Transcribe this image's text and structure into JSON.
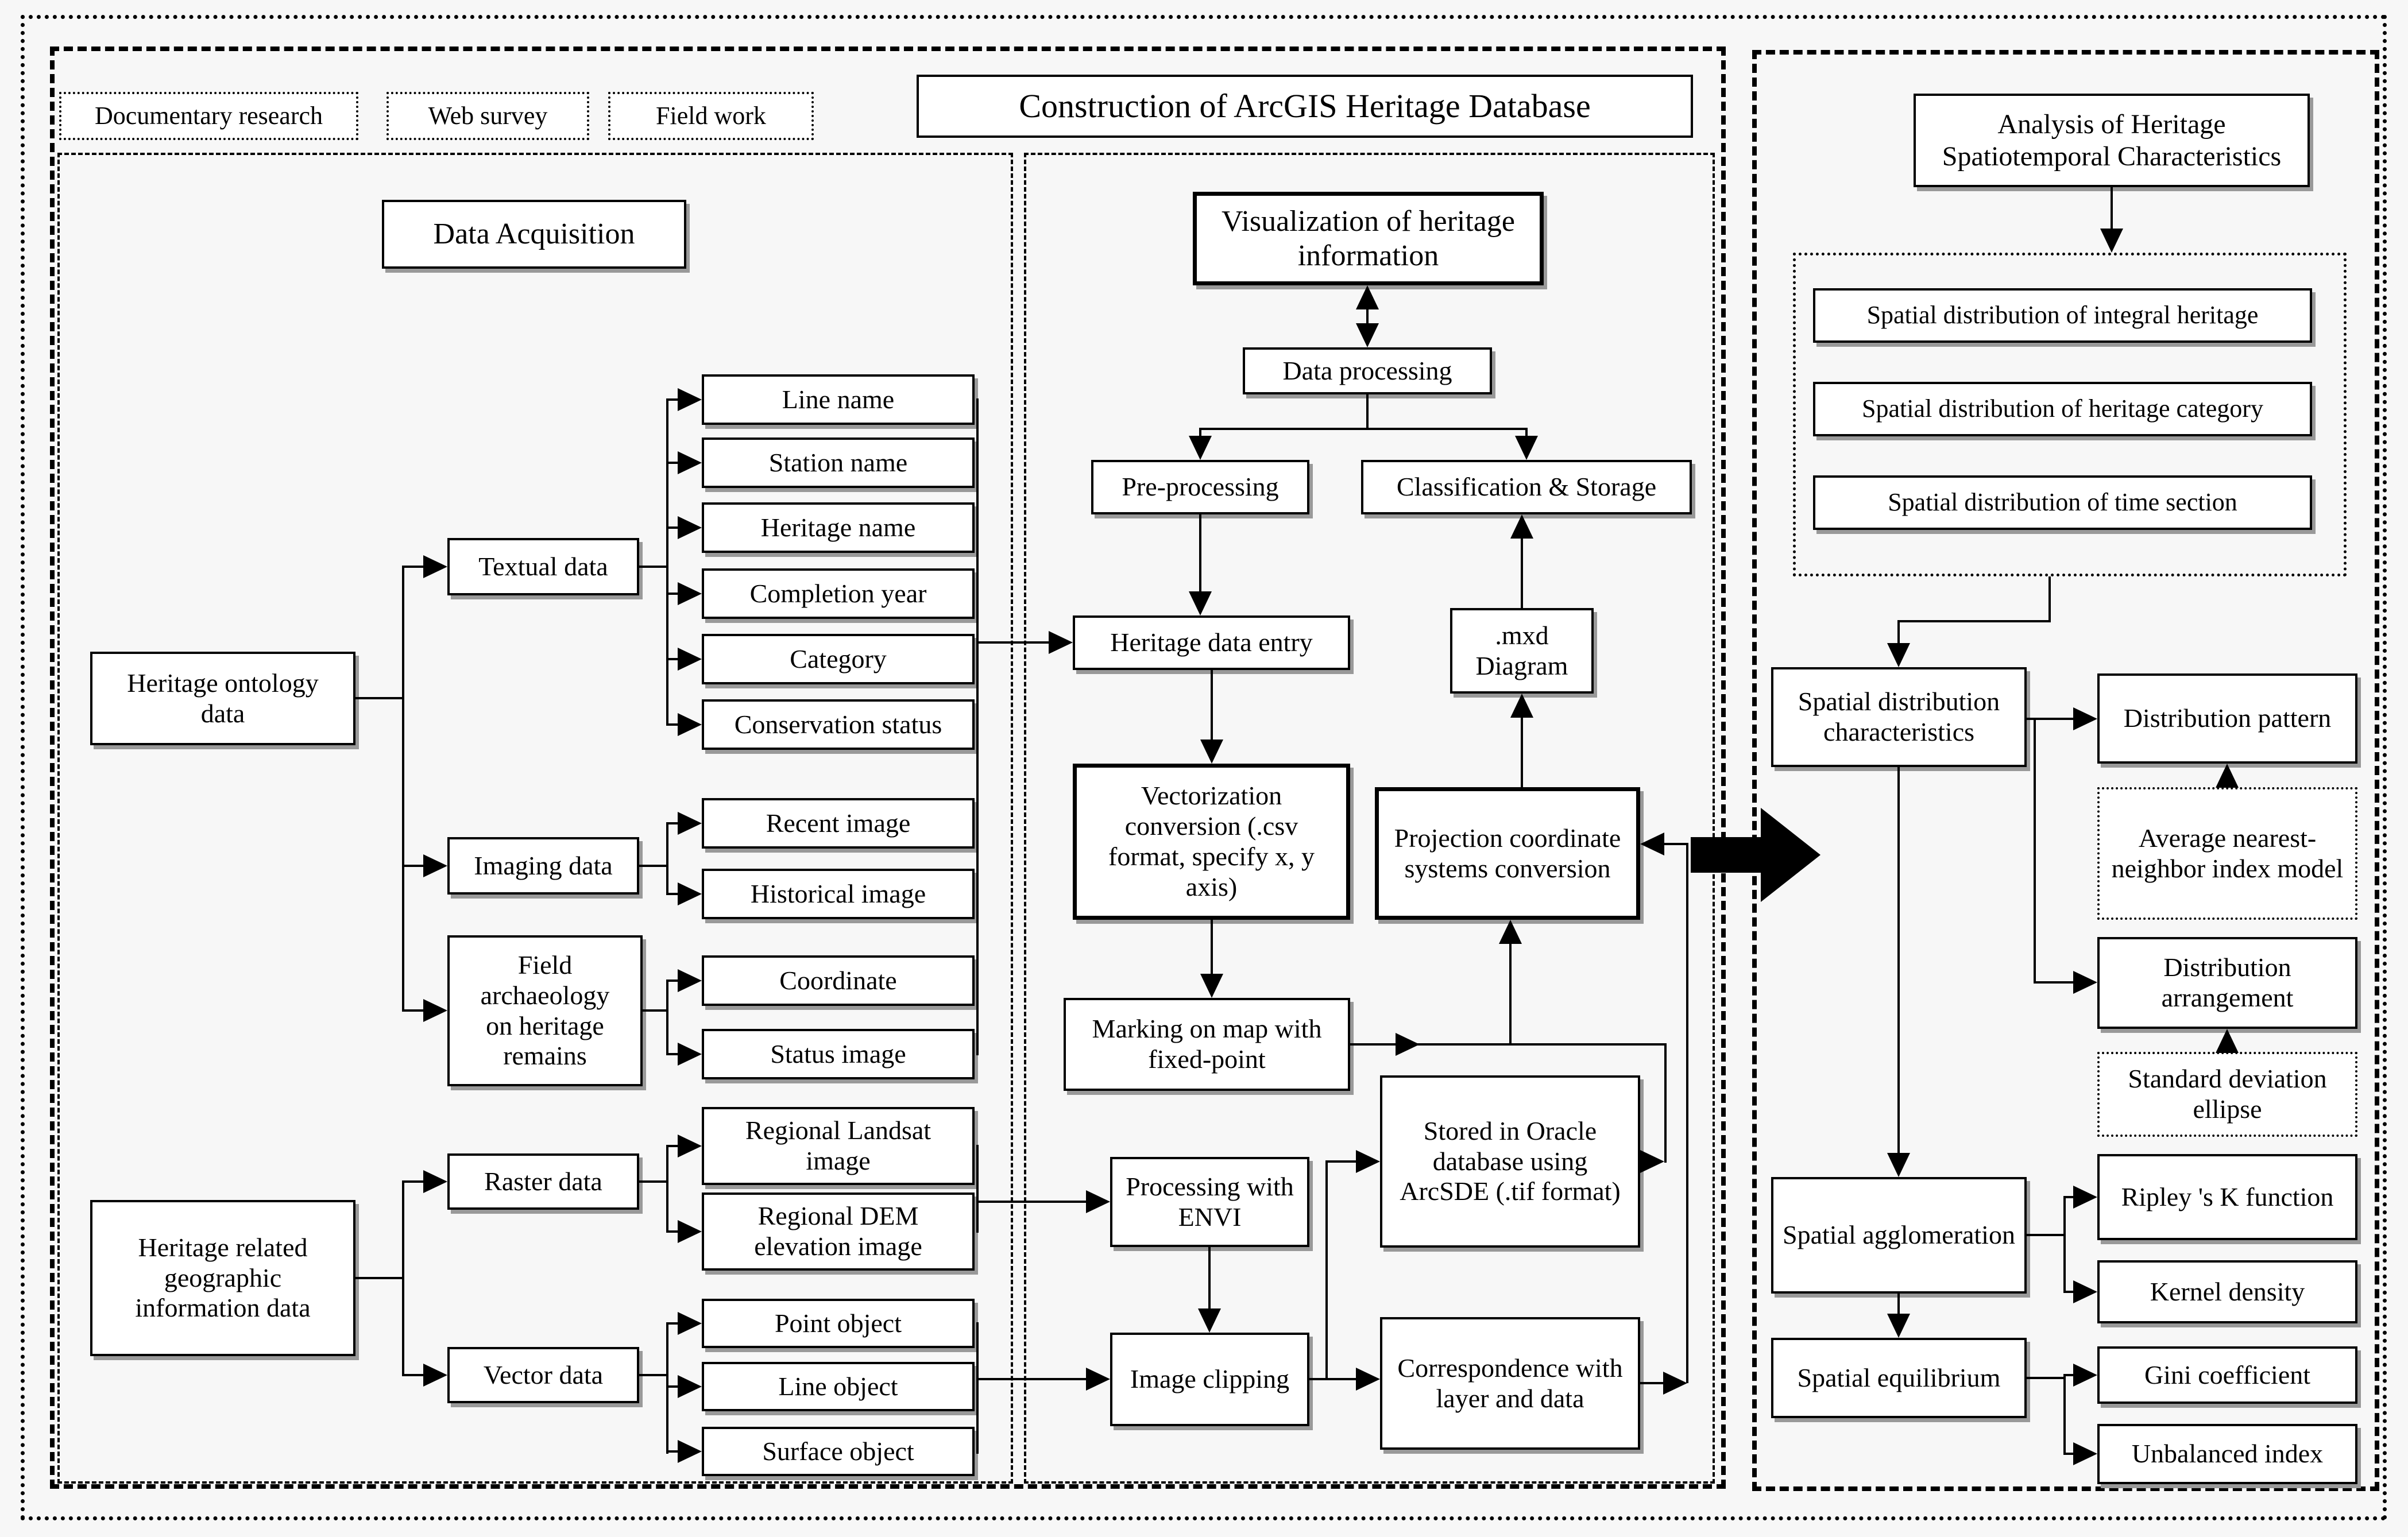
{
  "figure": {
    "top_sources": [
      "Documentary research",
      "Web survey",
      "Field work"
    ],
    "sections": {
      "left_title": "Data Acquisition",
      "middle_title": "Construction of ArcGIS Heritage Database",
      "right_title": "Analysis of Heritage Spatiotemporal Characteristics"
    },
    "nodes": {
      "heritage_ontology": "Heritage ontology data",
      "textual_data": "Textual data",
      "line_name": "Line name",
      "station_name": "Station name",
      "heritage_name": "Heritage name",
      "completion_year": "Completion year",
      "category": "Category",
      "conservation_status": "Conservation status",
      "imaging_data": "Imaging data",
      "recent_image": "Recent image",
      "historical_image": "Historical image",
      "field_archaeology": "Field archaeology on heritage remains",
      "coordinate": "Coordinate",
      "status_image": "Status image",
      "heritage_geo": "Heritage related geographic information data",
      "raster_data": "Raster data",
      "regional_landsat": "Regional Landsat image",
      "regional_dem": "Regional DEM elevation image",
      "vector_data": "Vector data",
      "point_object": "Point object",
      "line_object": "Line object",
      "surface_object": "Surface object",
      "visualization": "Visualization of heritage information",
      "data_processing": "Data processing",
      "pre_processing": "Pre-processing",
      "classification_storage": "Classification & Storage",
      "heritage_data_entry": "Heritage data entry",
      "mxd_diagram": ".mxd Diagram",
      "vectorization": "Vectorization conversion (.csv format, specify x, y axis)",
      "projection": "Projection coordinate systems conversion",
      "marking": "Marking on map with fixed-point",
      "processing_envi": "Processing with ENVI",
      "stored_oracle": "Stored in Oracle database using ArcSDE (.tif format)",
      "image_clipping": "Image clipping",
      "correspondence": "Correspondence with layer and data",
      "sd_integral": "Spatial distribution of integral heritage",
      "sd_category": "Spatial distribution of heritage category",
      "sd_time": "Spatial distribution of time section",
      "spatial_dist_char": "Spatial distribution characteristics",
      "distribution_pattern": "Distribution pattern",
      "avg_nn": "Average nearest-neighbor index model",
      "distribution_arrangement": "Distribution arrangement",
      "std_ellipse": "Standard deviation ellipse",
      "spatial_agglomeration": "Spatial agglomeration",
      "ripley": "Ripley 's K function",
      "kernel_density": "Kernel density",
      "spatial_equilibrium": "Spatial equilibrium",
      "gini": "Gini coefficient",
      "unbalanced": "Unbalanced index"
    },
    "colors": {
      "line": "#000000",
      "box_shadow": "#999999",
      "background": "#f7f7f7"
    }
  }
}
